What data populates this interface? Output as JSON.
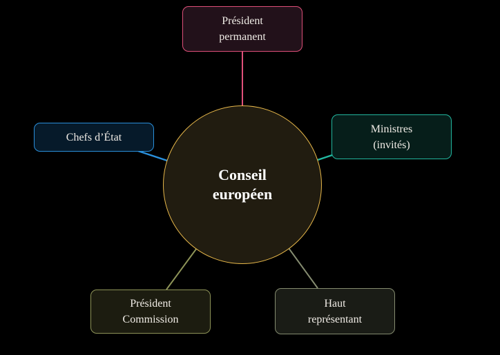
{
  "center": {
    "line1": "Conseil",
    "line2": "européen"
  },
  "nodes": {
    "top": {
      "line1": "Président",
      "line2": "permanent",
      "color": "#e0507a"
    },
    "left": {
      "line1": "Chefs d’État",
      "color": "#2a90dc"
    },
    "right": {
      "line1": "Ministres",
      "line2": "(invités)",
      "color": "#22b8a0"
    },
    "bottom_left": {
      "line1": "Président",
      "line2": "Commission",
      "color": "#8e9458"
    },
    "bottom_right": {
      "line1": "Haut",
      "line2": "représentant",
      "color": "#858c70"
    }
  }
}
